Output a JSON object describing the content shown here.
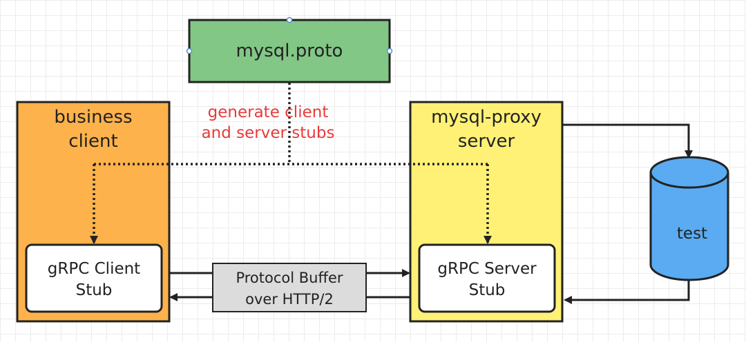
{
  "nodes": {
    "proto": {
      "label": "mysql.proto",
      "color": "#82c785"
    },
    "business_client": {
      "label_lines": [
        "business",
        "client"
      ],
      "color": "#fdb24b"
    },
    "proxy_server": {
      "label_lines": [
        "mysql-proxy",
        "server"
      ],
      "color": "#fff176"
    },
    "client_stub": {
      "label_lines": [
        "gRPC Client",
        "Stub"
      ]
    },
    "server_stub": {
      "label_lines": [
        "gRPC Server",
        "Stub"
      ]
    },
    "database": {
      "label": "test",
      "color": "#5aabf1"
    },
    "protocol": {
      "label_lines": [
        "Protocol Buffer",
        "over HTTP/2"
      ],
      "color": "#dcdcdc"
    }
  },
  "annotation": {
    "lines": [
      "generate client",
      "and server stubs"
    ],
    "color": "#e83a3a"
  }
}
